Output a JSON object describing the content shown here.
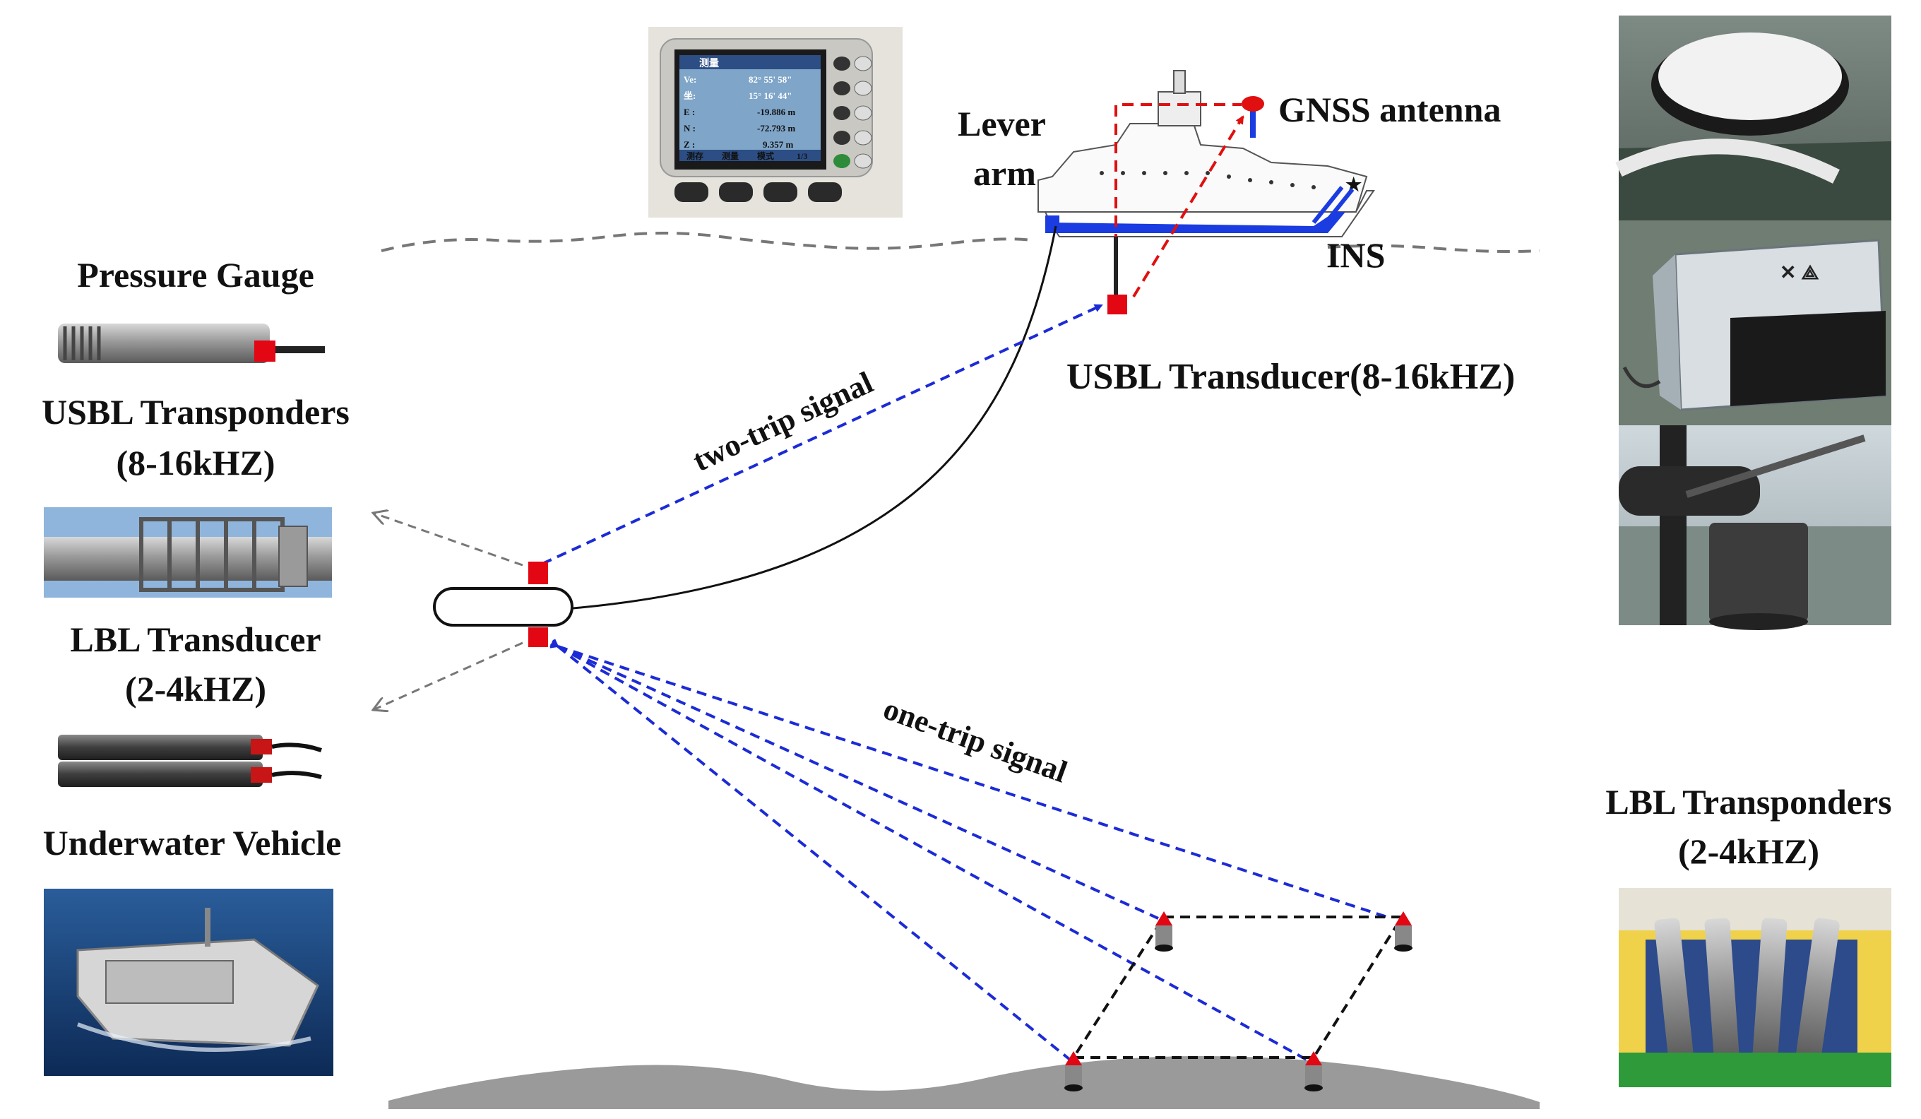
{
  "labels": {
    "lever_arm_line1": "Lever",
    "lever_arm_line2": "arm",
    "gnss_antenna": "GNSS antenna",
    "ins": "INS",
    "usbl_transducer": "USBL Transducer(8-16kHZ)",
    "two_trip_signal": "two-trip signal",
    "one_trip_signal": "one-trip signal",
    "pressure_gauge": "Pressure Gauge",
    "usbl_transponders_line1": "USBL Transponders",
    "usbl_transponders_line2": "(8-16kHZ)",
    "lbl_transducer_line1": "LBL Transducer",
    "lbl_transducer_line2": "(2-4kHZ)",
    "underwater_vehicle": "Underwater Vehicle",
    "lbl_transponders_line1": "LBL Transponders",
    "lbl_transponders_line2": "(2-4kHZ)"
  },
  "gnss_display": {
    "tab_label": "测量",
    "rows": [
      {
        "label": "Ve:",
        "value": "82° 55' 58\""
      },
      {
        "label": "坐:",
        "value": "15° 16' 44\""
      },
      {
        "label": "E :",
        "value": "-19.886 m"
      },
      {
        "label": "N :",
        "value": "-72.793 m"
      },
      {
        "label": "Z :",
        "value": "9.357 m"
      }
    ],
    "softkeys": [
      "测存",
      "测量",
      "模式",
      "1/3"
    ]
  },
  "colors": {
    "signal_blue": "#1c2bd6",
    "lever_red": "#e01010",
    "transducer_red": "#e30613",
    "seafloor_gray": "#9a9a9a",
    "hull_blue": "#1a3ce0"
  },
  "icons": {
    "ship": "research-vessel-icon",
    "vehicle": "auv-capsule-icon",
    "beacon": "lbl-beacon-icon"
  }
}
